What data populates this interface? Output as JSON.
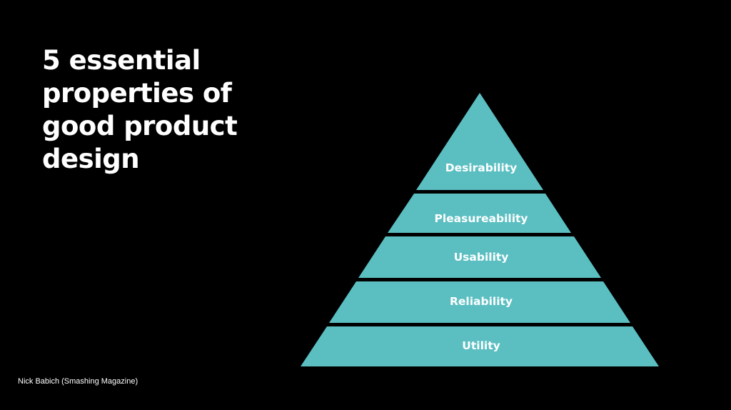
{
  "slide": {
    "title_lines": [
      "5 essential",
      "properties of",
      "good product",
      "design"
    ],
    "credit": "Nick Babich (Smashing Magazine)",
    "background_color": "#000000",
    "text_color": "#ffffff",
    "accent_color": "#5bbfc2"
  },
  "pyramid": {
    "levels": [
      {
        "label": "Desirability"
      },
      {
        "label": "Pleasureability"
      },
      {
        "label": "Usability"
      },
      {
        "label": "Reliability"
      },
      {
        "label": "Utility"
      }
    ]
  }
}
